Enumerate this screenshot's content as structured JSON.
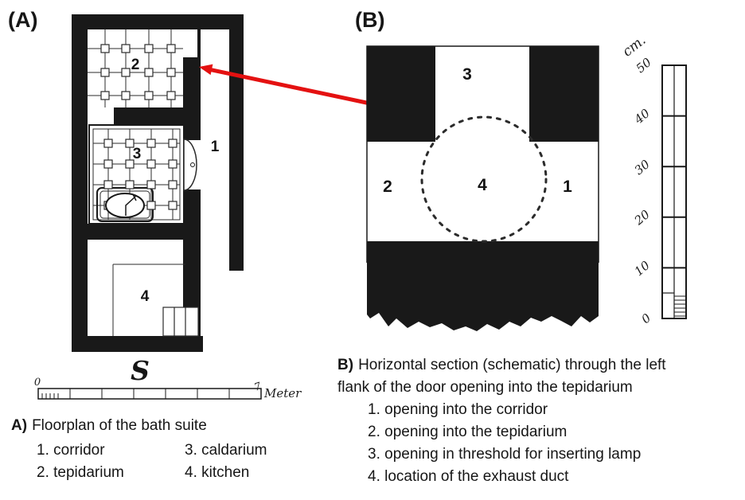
{
  "colors": {
    "ink": "#191919",
    "arrow": "#e41111",
    "paper": "#ffffff"
  },
  "panel_a": {
    "tag": "(A)",
    "plan_labels": {
      "corridor": "1",
      "tepidarium": "2",
      "caldarium": "3",
      "kitchen": "4"
    },
    "compass": "S",
    "scalebar": {
      "zero": "0",
      "mark": "7",
      "unit": "Meter"
    },
    "caption": {
      "prefix": "A)",
      "title": "Floorplan of the bath suite",
      "legend": [
        "1. corridor",
        "2. tepidarium",
        "3. caldarium",
        "4. kitchen"
      ]
    }
  },
  "panel_b": {
    "tag": "(B)",
    "section_labels": {
      "corridor_opening": "1",
      "tepidarium_opening": "2",
      "threshold_opening": "3",
      "exhaust_duct": "4"
    },
    "ruler": {
      "unit": "cm.",
      "ticks": [
        "50",
        "40",
        "30",
        "20",
        "10",
        "0"
      ]
    },
    "caption": {
      "prefix": "B)",
      "title_line1": "Horizontal section (schematic) through the left",
      "title_line2": "flank of the door opening into the tepidarium",
      "legend": [
        "1. opening into the corridor",
        "2. opening into the tepidarium",
        "3. opening in threshold for inserting lamp",
        "4. location of the exhaust duct"
      ]
    }
  }
}
